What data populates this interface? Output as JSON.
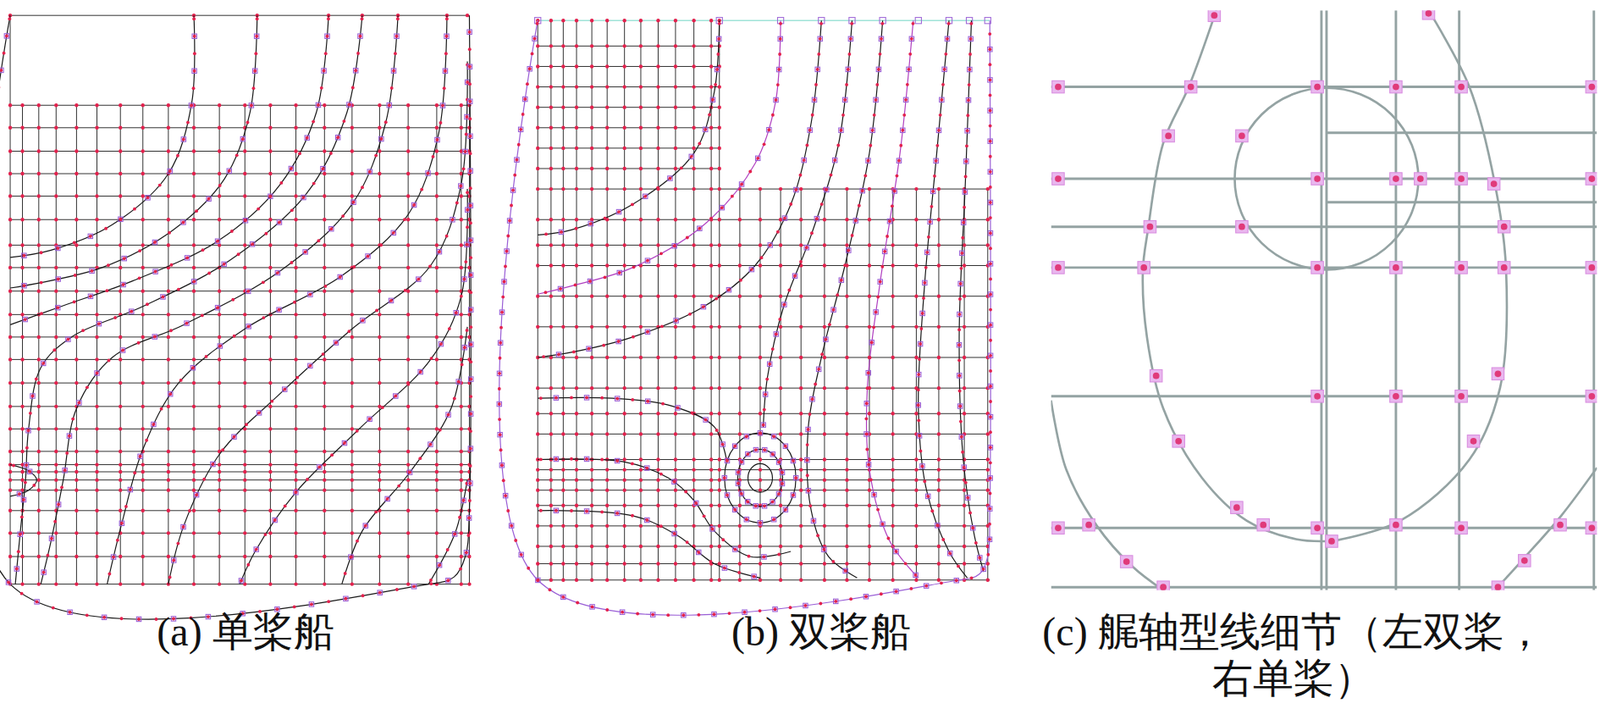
{
  "diagram": {
    "labels": [
      "(a) 单桨船",
      "(b) 双桨船",
      "(c) 艉轴型线细节（左双桨， 右单桨）"
    ]
  }
}
